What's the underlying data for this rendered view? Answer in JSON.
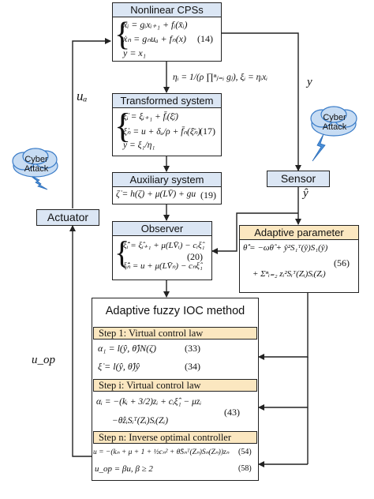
{
  "blocks": {
    "cps": {
      "title": "Nonlinear CPSs",
      "eq1": "ẋᵢ = gᵢxᵢ₊₁ + fᵢ(x̄ᵢ)",
      "eq2": "ẋₙ = gₙuₐ + fₙ(x)",
      "eq3": "y = x₁",
      "num": "(14)"
    },
    "transformed": {
      "title": "Transformed system",
      "eq1": "ξ̇ᵢ = ξᵢ₊₁ + f̄ᵢ(ξ̄ᵢ)",
      "eq2": "ξ̇ₙ = u + δₐ/ρ + f̄ₙ(ξ̄ₙ)",
      "eq3": "y = ξ₁/η₁",
      "num": "(17)"
    },
    "auxiliary": {
      "title": "Auxiliary system",
      "eq": "ζ̇ = h(ζ) + μ(LV̄) + gu",
      "num": "(19)"
    },
    "observer": {
      "title": "Observer",
      "eq1": "ξ̂̇ᵢ = ξ̂ᵢ₊₁ + μ(LV̄ᵢ) − cᵢξ̂₁",
      "eq2": "ξ̂̇ₙ = u + μ(LV̄ₙ) − cₙξ̂₁",
      "num": "(20)"
    },
    "sensor": {
      "title": "Sensor"
    },
    "actuator": {
      "title": "Actuator"
    },
    "adaptive_param": {
      "title": "Adaptive parameter",
      "eq1": "θ̂̇ = −ωθ̂ + ŷ²S₁ᵀ(ŷ)S₁(ŷ)",
      "eq2": "+ Σⁿᵢ₌₂ zᵢ²Sᵢᵀ(Zᵢ)Sᵢ(Zᵢ)",
      "num": "(56)"
    },
    "ioc": {
      "title": "Adaptive fuzzy IOC method",
      "step1": {
        "label": "Step 1: Virtual control law",
        "eq1": "α₁ = l(ŷ, θ̂)N(ζ)",
        "num1": "(33)",
        "eq2": "ξ̇ = l(ŷ, θ̂)ŷ",
        "num2": "(34)"
      },
      "stepi": {
        "label": "Step i: Virtual control law",
        "eq1": "αᵢ = −(kᵢ + 3/2)zᵢ + cᵢξ̂₁ − μzᵢ",
        "eq2": "−θ̂zᵢSᵢᵀ(Zᵢ)Sᵢ(Zᵢ)",
        "num": "(43)"
      },
      "stepn": {
        "label": "Step n: Inverse optimal controller",
        "eq1": "u = −(kₙ + μ + 1 + ½cₙ² + θ̂Sₙᵀ(Zₙ)Sₙ(Zₙ))zₙ",
        "num1": "(54)",
        "eq2": "u_op = βu, β ≥ 2",
        "num2": "(58)"
      }
    }
  },
  "clouds": {
    "left": "Cyber Attack",
    "right": "Cyber Attack"
  },
  "labels": {
    "ua": "uₐ",
    "uop": "u_op",
    "y": "y",
    "yhat": "ŷ",
    "transform": "ηᵢ = 1/(ρ ∏ⁿⱼ₌ᵢ gⱼ), ξᵢ = ηᵢxᵢ"
  }
}
